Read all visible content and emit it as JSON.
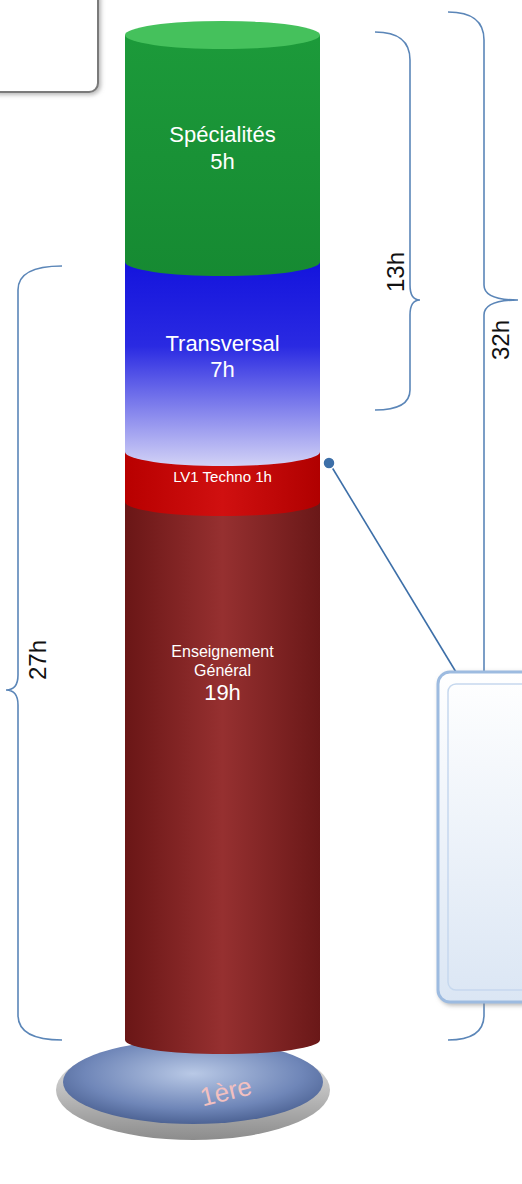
{
  "diagram": {
    "nodes": [
      {
        "text": [
          "Spécialités",
          "5h"
        ]
      },
      {
        "text": [
          "Transversal",
          "7h"
        ]
      },
      {
        "text": [
          "LV1 Techno 1h"
        ]
      },
      {
        "text": [
          "Enseignement Général",
          "19h"
        ]
      }
    ],
    "labels": [
      "13h",
      "32h",
      "27h",
      "1ère"
    ]
  }
}
